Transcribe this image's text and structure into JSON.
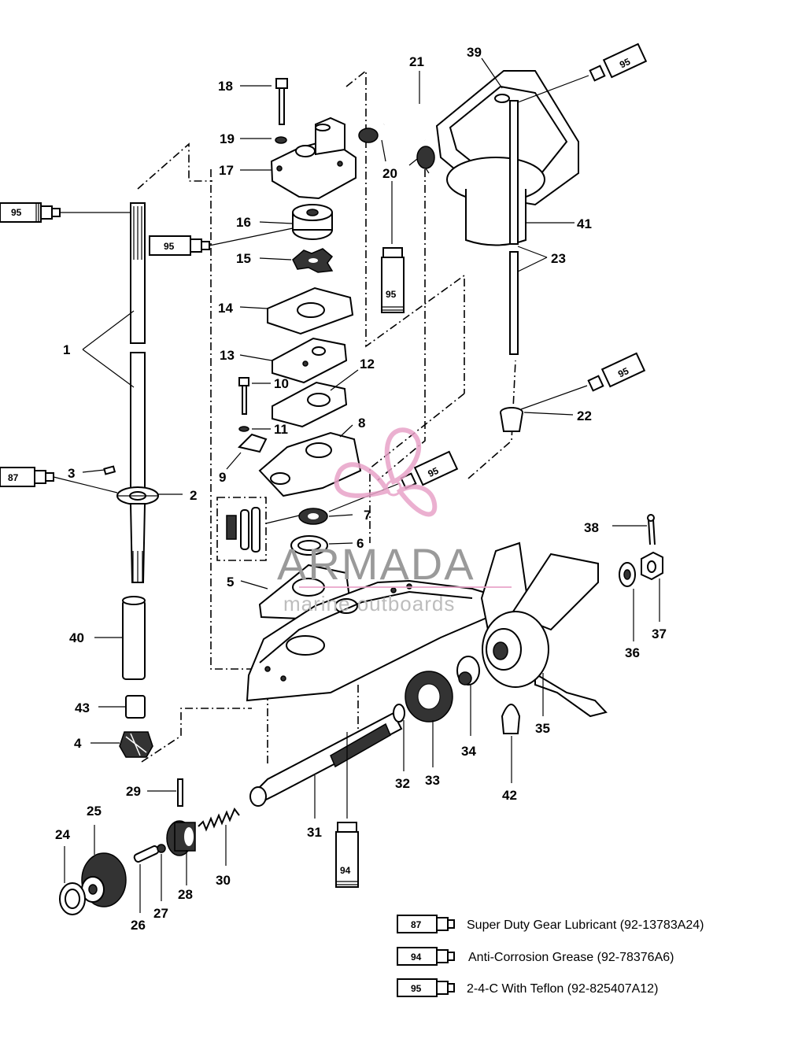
{
  "diagram": {
    "watermark": {
      "brand": "ARMADA",
      "tagline": "marine outboards"
    },
    "callouts": {
      "c1": "1",
      "c2": "2",
      "c3": "3",
      "c4": "4",
      "c5": "5",
      "c6": "6",
      "c7": "7",
      "c8": "8",
      "c9": "9",
      "c10": "10",
      "c11": "11",
      "c12": "12",
      "c13": "13",
      "c14": "14",
      "c15": "15",
      "c16": "16",
      "c17": "17",
      "c18": "18",
      "c19": "19",
      "c20": "20",
      "c21": "21",
      "c22": "22",
      "c23": "23",
      "c24": "24",
      "c25": "25",
      "c26": "26",
      "c27": "27",
      "c28": "28",
      "c29": "29",
      "c30": "30",
      "c31": "31",
      "c32": "32",
      "c33": "33",
      "c34": "34",
      "c35": "35",
      "c36": "36",
      "c37": "37",
      "c38": "38",
      "c39": "39",
      "c40": "40",
      "c41": "41",
      "c42": "42",
      "c43": "43"
    },
    "tube_labels": {
      "t95": "95",
      "t87": "87",
      "t94": "94"
    }
  },
  "legend": [
    {
      "code": "87",
      "text": "Super Duty Gear Lubricant (92-13783A24)"
    },
    {
      "code": "94",
      "text": "Anti-Corrosion Grease (92-78376A6)"
    },
    {
      "code": "95",
      "text": "2-4-C  With Teflon (92-825407A12)"
    }
  ],
  "colors": {
    "watermark_pink": "#e8a3c8",
    "watermark_gray": "#9a9a9a"
  }
}
